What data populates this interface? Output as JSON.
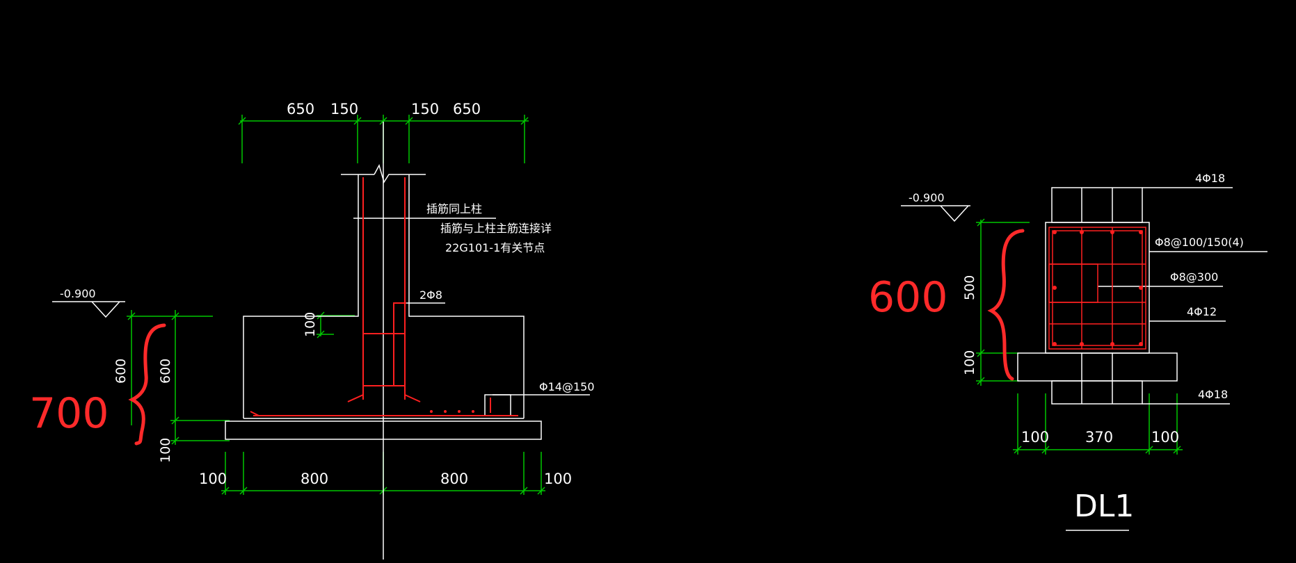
{
  "left_detail": {
    "top_dims": [
      "650",
      "150",
      "150",
      "650"
    ],
    "bottom_dims": [
      "100",
      "800",
      "800",
      "100"
    ],
    "left_dims": [
      "600",
      "600",
      "100"
    ],
    "stub_dim": "100",
    "elevation": "-0.900",
    "notes": {
      "dowel": "插筋同上柱",
      "connection_line1": "插筋与上柱主筋连接详",
      "connection_line2": "22G101-1有关节点",
      "stirrup": "2Φ8",
      "bottom_bar": "Φ14@150"
    },
    "handwritten": "700"
  },
  "right_detail": {
    "elevation": "-0.900",
    "left_dims": [
      "500",
      "100"
    ],
    "bottom_dims": [
      "100",
      "370",
      "100"
    ],
    "labels": {
      "top_bars": "4Φ18",
      "stirrup": "Φ8@100/150(4)",
      "tie": "Φ8@300",
      "side_bars": "4Φ12",
      "bottom_bars": "4Φ18"
    },
    "handwritten": "600",
    "title": "DL1"
  },
  "colors": {
    "background": "#000000",
    "outline": "#ffffff",
    "dimension": "#00c800",
    "rebar": "#ff2020",
    "annotation": "#ff2a2a"
  }
}
